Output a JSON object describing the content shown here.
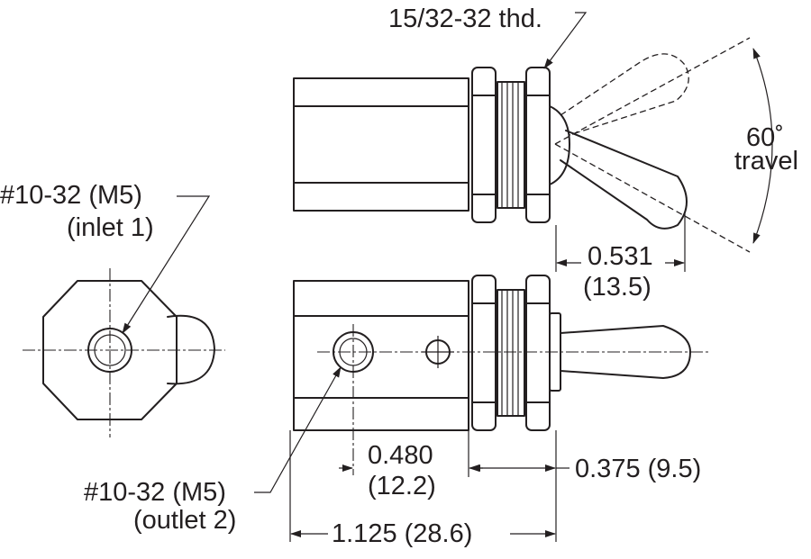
{
  "labels": {
    "thread": "15/32-32 thd.",
    "angle_value": "60˚",
    "angle_word": "travel",
    "inlet_size": "#10-32 (M5)",
    "inlet_name": "(inlet 1)",
    "outlet_size": "#10-32 (M5)",
    "outlet_name": "(outlet 2)",
    "dim_lever_in": "0.531",
    "dim_lever_mm": "(13.5)",
    "dim_port_in": "0.480",
    "dim_port_mm": "(12.2)",
    "dim_bushing": "0.375 (9.5)",
    "dim_body": "1.125 (28.6)"
  },
  "colors": {
    "line": "#231f20",
    "background": "#ffffff"
  }
}
